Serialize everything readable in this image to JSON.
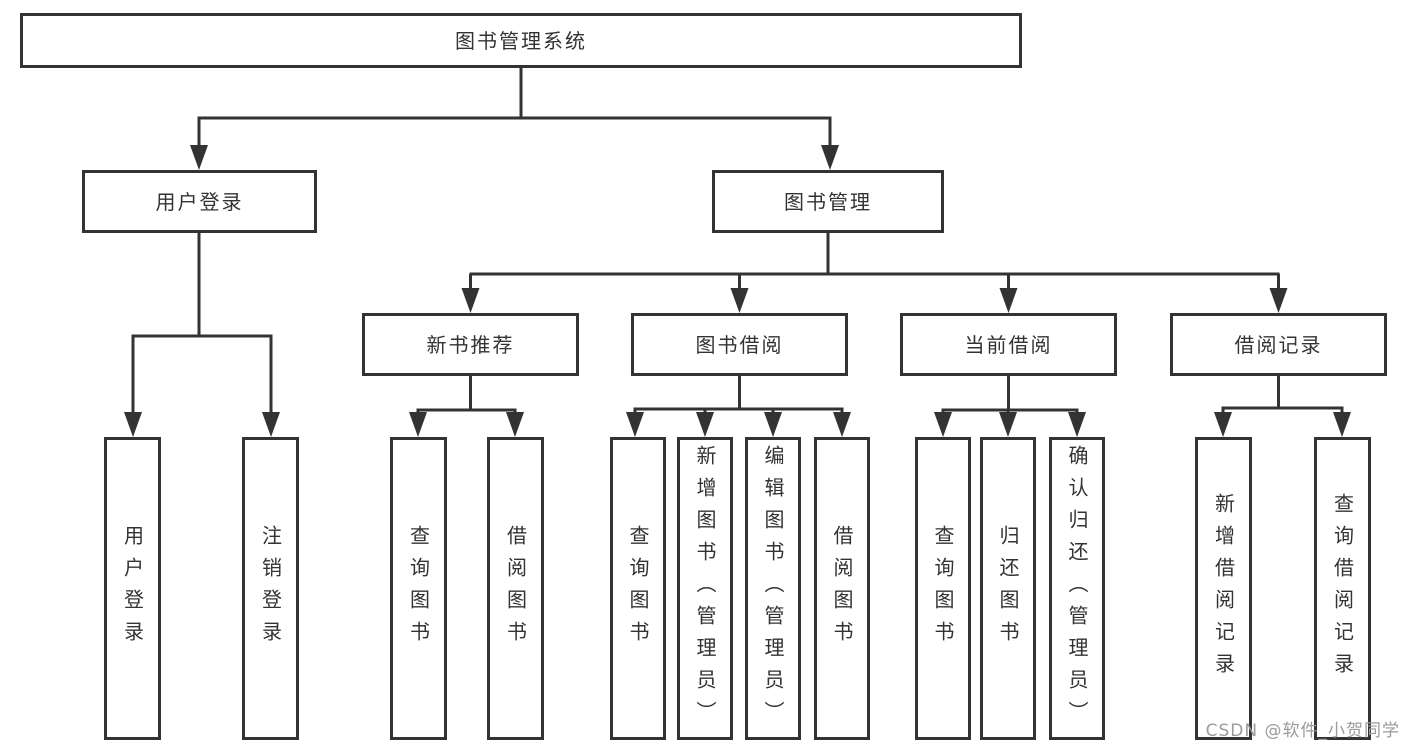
{
  "watermark": "CSDN @软件_小贺同学",
  "colors": {
    "line": "#333333",
    "text": "#333333",
    "watermark": "#9b9b9b",
    "background": "#ffffff"
  },
  "tree": {
    "root": {
      "label": "图书管理系统",
      "children": [
        {
          "label": "用户登录",
          "children": [
            {
              "label": "用户登录"
            },
            {
              "label": "注销登录"
            }
          ]
        },
        {
          "label": "图书管理",
          "children": [
            {
              "label": "新书推荐",
              "children": [
                {
                  "label": "查询图书"
                },
                {
                  "label": "借阅图书"
                }
              ]
            },
            {
              "label": "图书借阅",
              "children": [
                {
                  "label": "查询图书"
                },
                {
                  "label": "新增图书（管理员）"
                },
                {
                  "label": "编辑图书（管理员）"
                },
                {
                  "label": "借阅图书"
                }
              ]
            },
            {
              "label": "当前借阅",
              "children": [
                {
                  "label": "查询图书"
                },
                {
                  "label": "归还图书"
                },
                {
                  "label": "确认归还（管理员）"
                }
              ]
            },
            {
              "label": "借阅记录",
              "children": [
                {
                  "label": "新增借阅记录"
                },
                {
                  "label": "查询借阅记录"
                }
              ]
            }
          ]
        }
      ]
    }
  }
}
